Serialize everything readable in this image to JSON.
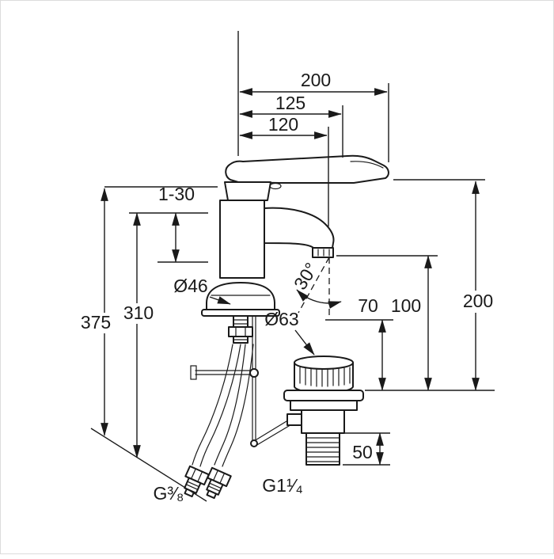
{
  "drawing": {
    "colors": {
      "line": "#1a1a1a",
      "background": "#ffffff"
    },
    "labels": {
      "top_200": "200",
      "top_125": "125",
      "top_120": "120",
      "clamp_range": "1-30",
      "base_diameter": "Ø46",
      "height_375": "375",
      "height_310": "310",
      "drain_diameter": "Ø63",
      "stream_angle": "30°",
      "height_70": "70",
      "height_100": "100",
      "right_200": "200",
      "tailpiece_50": "50",
      "supply_thread": "G³⁄₈",
      "drain_thread": "G1¹⁄₄"
    }
  }
}
